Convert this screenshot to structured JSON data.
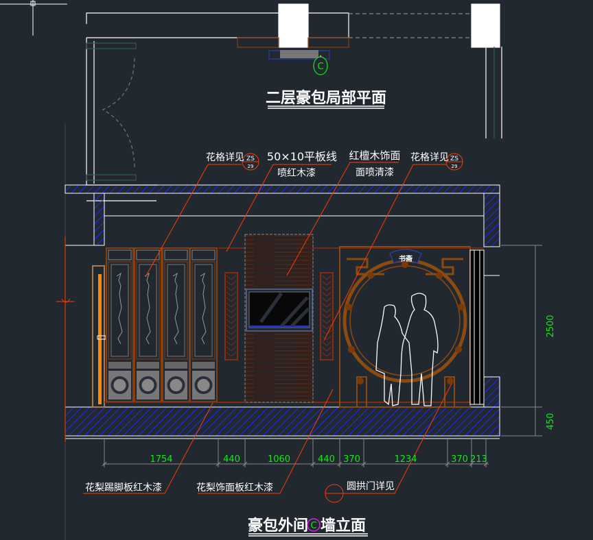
{
  "plan": {
    "title": "二层豪包局部平面",
    "section_marker": "C"
  },
  "elevation": {
    "title_prefix": "豪包外间",
    "title_marker": "C",
    "title_suffix": "墙立面",
    "arch_sign": "书斋"
  },
  "annotations": {
    "lattice_left": "花格详见",
    "lattice_left_ref_top": "ZS",
    "lattice_left_ref_bottom": "29",
    "molding_line1": "50×10平板线",
    "molding_line2": "喷红木漆",
    "rosewood_line1": "红檀木饰面",
    "rosewood_line2": "面喷清漆",
    "lattice_right": "花格详见",
    "lattice_right_ref_top": "ZS",
    "lattice_right_ref_bottom": "29",
    "skirting": "花梨踢脚板红木漆",
    "panel": "花梨饰面板红木漆",
    "arch_door": "圆拱门详见"
  },
  "dimensions": {
    "horizontal": [
      "1754",
      "440",
      "1060",
      "440",
      "370",
      "1234",
      "370",
      "213"
    ],
    "vertical": [
      "2500",
      "450"
    ]
  },
  "colors": {
    "background": "#212830",
    "leader": "#ff3b00",
    "dimension": "#19e619",
    "wood": "#8a3e0c",
    "hatch": "#1a2bff"
  }
}
